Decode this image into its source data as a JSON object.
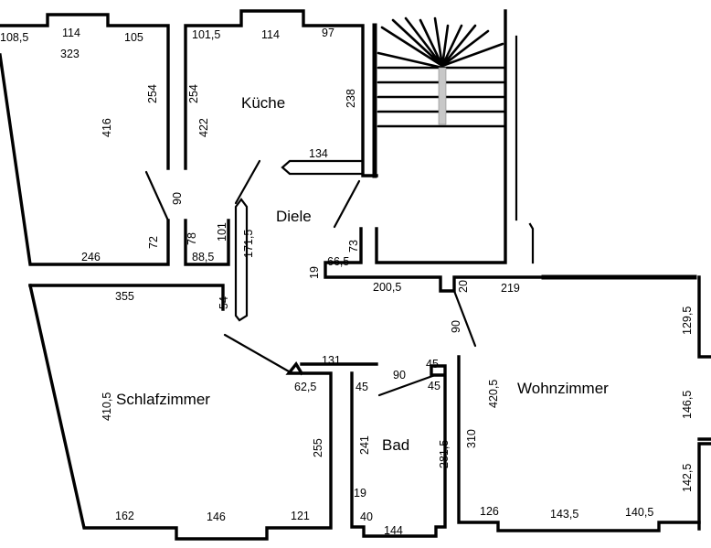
{
  "rooms": {
    "kueche": "Küche",
    "diele": "Diele",
    "schlafzimmer": "Schlafzimmer",
    "bad": "Bad",
    "wohnzimmer": "Wohnzimmer"
  },
  "dimensions": {
    "d_108_5": "108,5",
    "d_114_a": "114",
    "d_105": "105",
    "d_323": "323",
    "d_101_5": "101,5",
    "d_114_b": "114",
    "d_97": "97",
    "d_254_a": "254",
    "d_254_b": "254",
    "d_416": "416",
    "d_422": "422",
    "d_238": "238",
    "d_134": "134",
    "d_90_a": "90",
    "d_72": "72",
    "d_78": "78",
    "d_101": "101",
    "d_88_5": "88,5",
    "d_246": "246",
    "d_171_5": "171,5",
    "d_73": "73",
    "d_66_5": "66,5",
    "d_19_a": "19",
    "d_200_5": "200,5",
    "d_20": "20",
    "d_219": "219",
    "d_355": "355",
    "d_54": "54",
    "d_129_5": "129,5",
    "d_90_b": "90",
    "d_131": "131",
    "d_62_5": "62,5",
    "d_45_a": "45",
    "d_90_c": "90",
    "d_45_b": "45",
    "d_45_c": "45",
    "d_410_5": "410,5",
    "d_420_5": "420,5",
    "d_146_5": "146,5",
    "d_255": "255",
    "d_241": "241",
    "d_281_5": "281,5",
    "d_310": "310",
    "d_142_5": "142,5",
    "d_19_b": "19",
    "d_40": "40",
    "d_162": "162",
    "d_146": "146",
    "d_121": "121",
    "d_144": "144",
    "d_126": "126",
    "d_143_5": "143,5",
    "d_140_5": "140,5"
  }
}
